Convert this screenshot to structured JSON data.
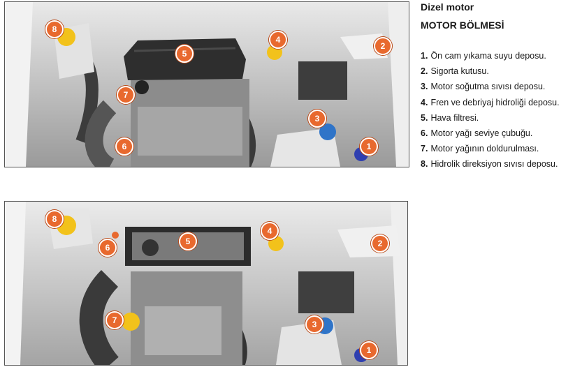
{
  "header": {
    "title": "Dizel motor",
    "subtitle": "MOTOR BÖLMESİ"
  },
  "legend": [
    {
      "num": "1.",
      "text": "Ön cam yıkama suyu deposu."
    },
    {
      "num": "2.",
      "text": "Sigorta kutusu."
    },
    {
      "num": "3.",
      "text": "Motor soğutma sıvısı deposu."
    },
    {
      "num": "4.",
      "text": "Fren ve debriyaj hidroliği deposu."
    },
    {
      "num": "5.",
      "text": "Hava filtresi."
    },
    {
      "num": "6.",
      "text": "Motor yağı seviye çubuğu."
    },
    {
      "num": "7.",
      "text": "Motor yağının doldurulması."
    },
    {
      "num": "8.",
      "text": "Hidrolik direksiyon sıvısı deposu."
    }
  ],
  "figure1": {
    "markers": [
      "8",
      "5",
      "4",
      "2",
      "7",
      "3",
      "6",
      "1"
    ]
  },
  "figure2": {
    "markers": [
      "8",
      "5",
      "4",
      "2",
      "6",
      "7",
      "3",
      "1"
    ]
  },
  "colors": {
    "marker": "#e8692e",
    "yellow_cap": "#f2c21b",
    "blue_cap": "#2f74c8"
  }
}
